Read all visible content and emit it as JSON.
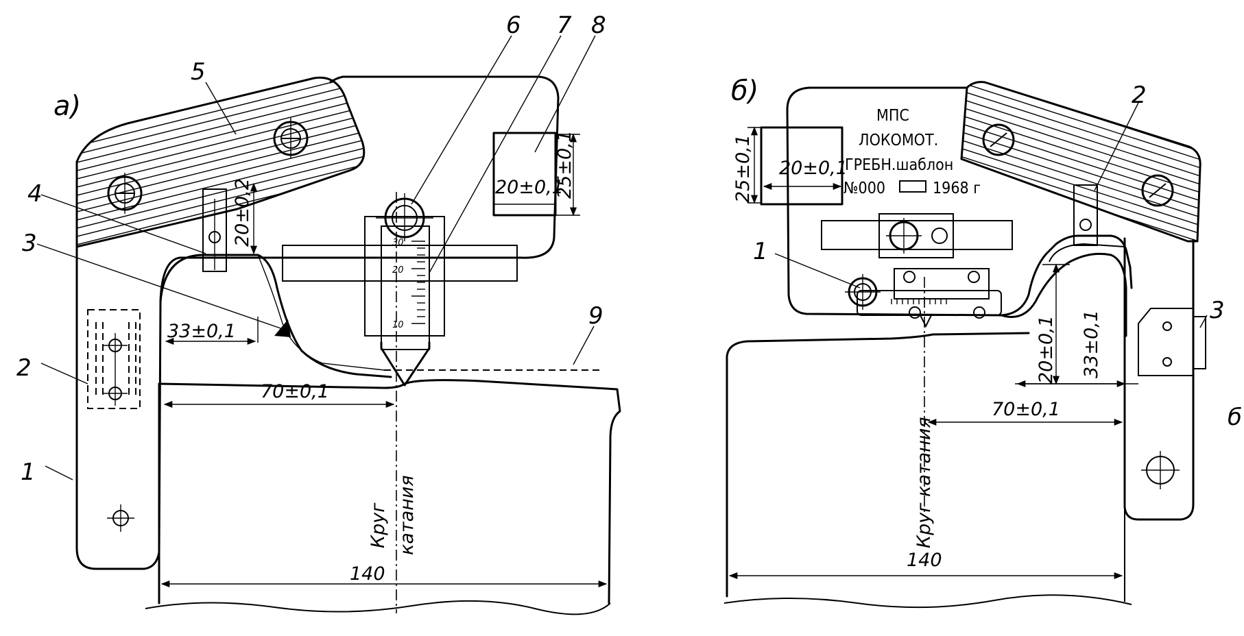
{
  "figure_a": {
    "panel_label": "a)",
    "callouts": [
      "1",
      "2",
      "3",
      "4",
      "5",
      "6",
      "7",
      "8",
      "9"
    ],
    "dimensions": {
      "top_height": "20±0,2",
      "flange_offset": "33±0,1",
      "roll_offset": "70±0,1",
      "block_width": "20±0,1",
      "block_height": "25±0,1",
      "total_width": "140"
    },
    "rolling_circle_label_line1": "Круг",
    "rolling_circle_label_line2": "катания",
    "scale_ticks": [
      "30",
      "20",
      "10"
    ]
  },
  "figure_b": {
    "panel_label": "б)",
    "callouts": [
      "1",
      "2",
      "3"
    ],
    "dimensions": {
      "block_height": "25±0,1",
      "block_width": "20±0,1",
      "flange_height": "20±0,1",
      "flange_offset": "33±0,1",
      "roll_offset": "70±0,1",
      "total_width": "140"
    },
    "stamp": {
      "line1": "МПС",
      "line2": "ЛОКОМОТ.",
      "line3": "ГРЕБН.шаблон",
      "line4_number": "№000",
      "line4_year": "1968 г"
    },
    "rolling_circle_label": "Круг катания",
    "edge_label": "б"
  }
}
